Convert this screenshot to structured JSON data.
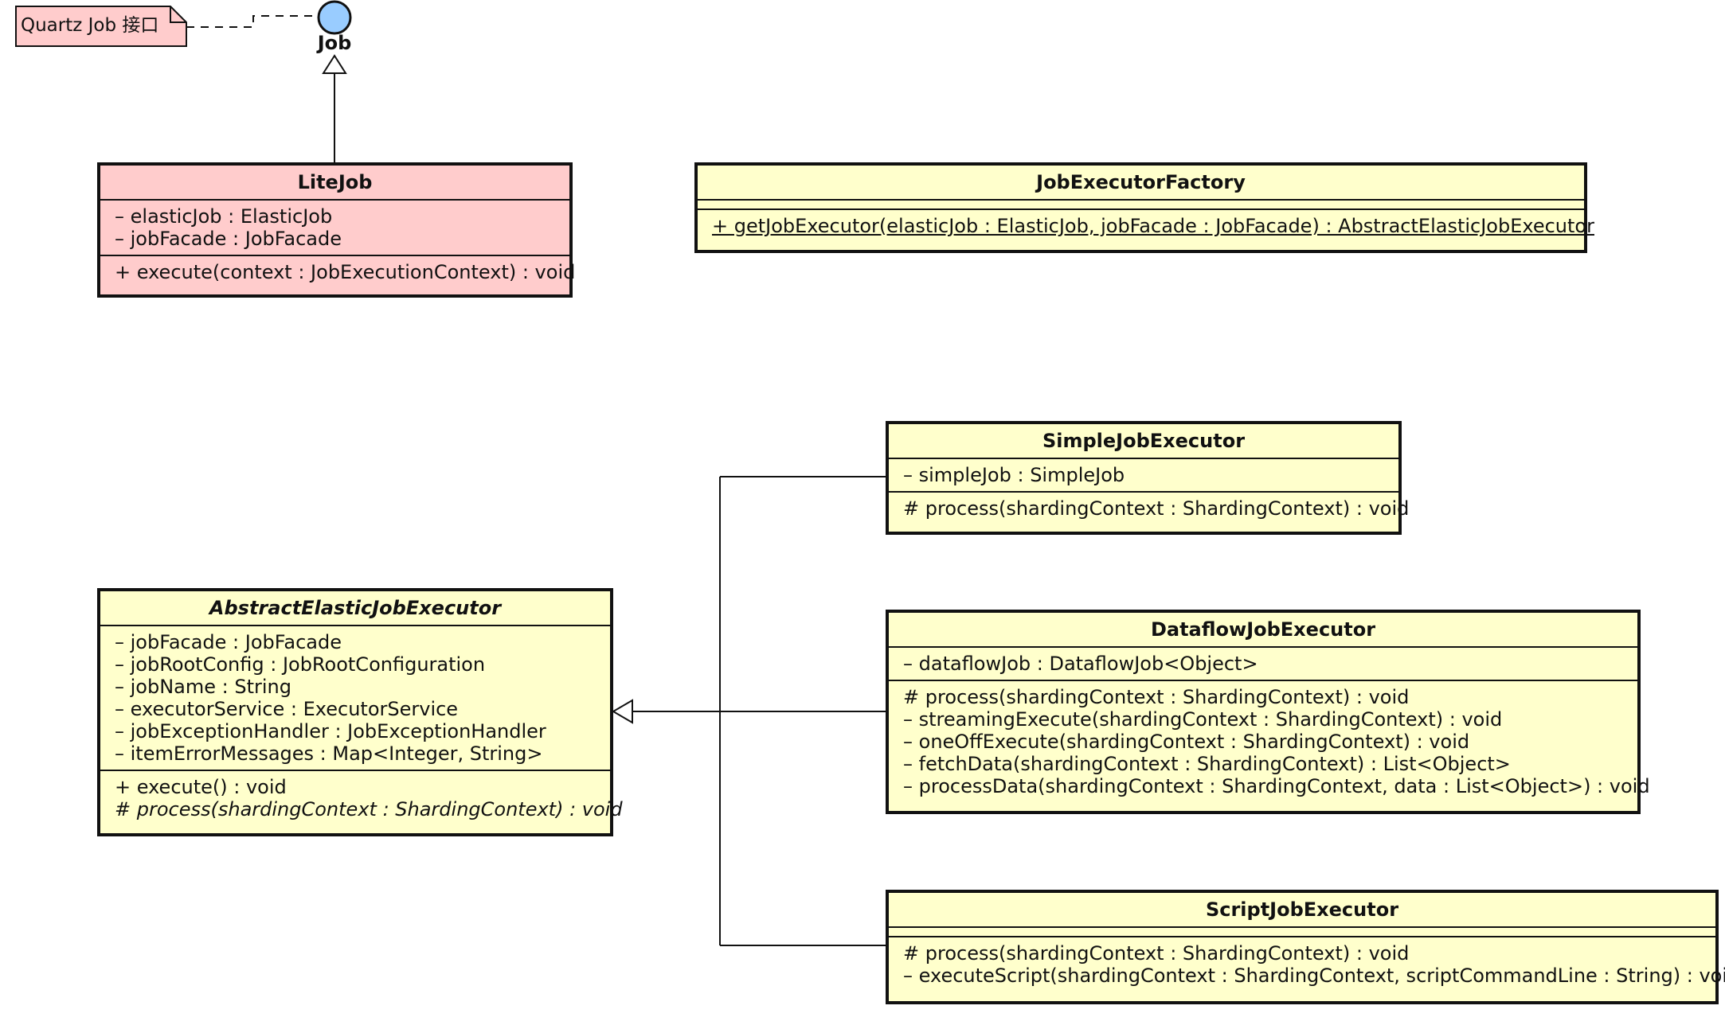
{
  "note": {
    "text": "Quartz Job 接口"
  },
  "interface_job": {
    "name": "Job"
  },
  "classes": {
    "lite_job": {
      "name": "LiteJob",
      "attributes": [
        "– elasticJob : ElasticJob",
        "– jobFacade : JobFacade"
      ],
      "operations": [
        "+ execute(context : JobExecutionContext) : void"
      ]
    },
    "job_executor_factory": {
      "name": "JobExecutorFactory",
      "attributes": [],
      "operations": [
        "+ getJobExecutor(elasticJob : ElasticJob, jobFacade : JobFacade) : AbstractElasticJobExecutor"
      ]
    },
    "abstract_elastic_job_executor": {
      "name": "AbstractElasticJobExecutor",
      "attributes": [
        "– jobFacade : JobFacade",
        "– jobRootConfig : JobRootConfiguration",
        "– jobName : String",
        "– executorService : ExecutorService",
        "– jobExceptionHandler : JobExceptionHandler",
        "– itemErrorMessages : Map<Integer, String>"
      ],
      "operations": [
        "+ execute() : void",
        "# process(shardingContext : ShardingContext) : void"
      ]
    },
    "simple_job_executor": {
      "name": "SimpleJobExecutor",
      "attributes": [
        "– simpleJob : SimpleJob"
      ],
      "operations": [
        "# process(shardingContext : ShardingContext) : void"
      ]
    },
    "dataflow_job_executor": {
      "name": "DataflowJobExecutor",
      "attributes": [
        "– dataflowJob : DataflowJob<Object>"
      ],
      "operations": [
        "# process(shardingContext : ShardingContext) : void",
        "– streamingExecute(shardingContext : ShardingContext) : void",
        "– oneOffExecute(shardingContext : ShardingContext) : void",
        "– fetchData(shardingContext : ShardingContext) : List<Object>",
        "– processData(shardingContext : ShardingContext, data : List<Object>) : void"
      ]
    },
    "script_job_executor": {
      "name": "ScriptJobExecutor",
      "attributes": [],
      "operations": [
        "# process(shardingContext : ShardingContext) : void",
        "– executeScript(shardingContext : ShardingContext, scriptCommandLine : String) : void"
      ]
    }
  },
  "colors": {
    "class_fill": "#ffffcc",
    "highlight_fill": "#ffcccc",
    "interface_fill": "#99ccff",
    "border": "#111111"
  }
}
